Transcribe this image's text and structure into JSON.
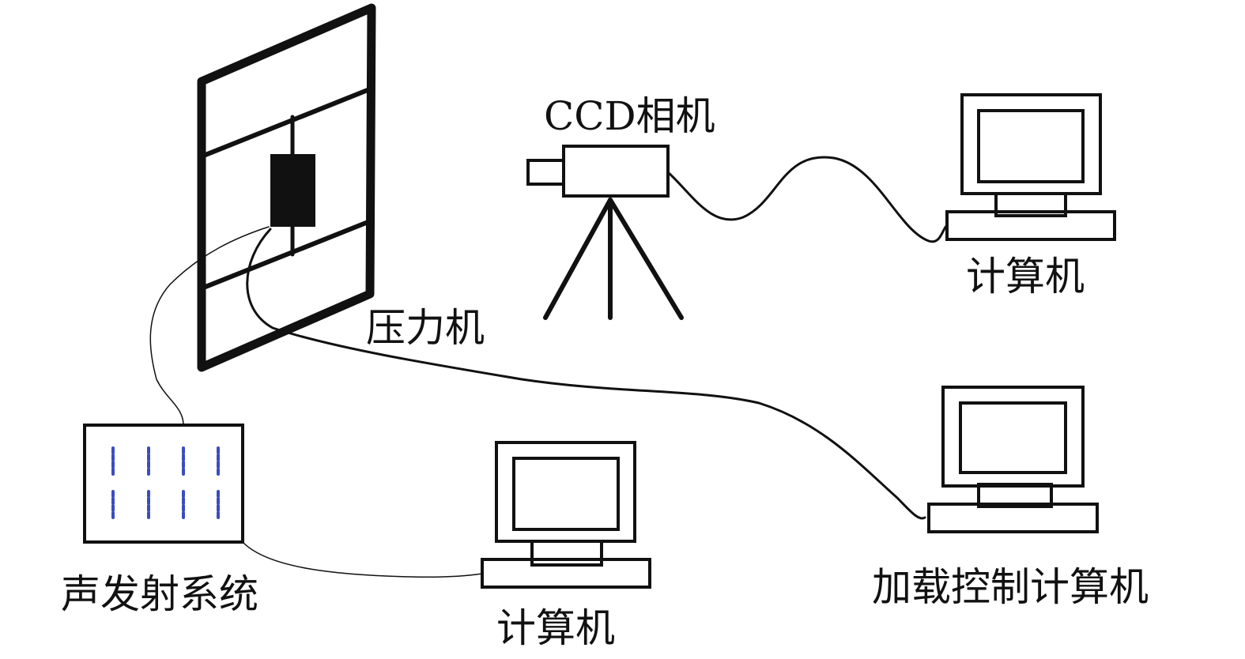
{
  "labels": {
    "ccd_camera": "CCD相机",
    "press_machine": "压力机",
    "computer_top": "计算机",
    "acoustic_emission": "声发射系统",
    "computer_bottom": "计算机",
    "load_control_computer": "加载控制计算机"
  },
  "colors": {
    "line": "#111111",
    "specimen": "#111111",
    "ae_channel": "#3b4cc0",
    "background": "#ffffff"
  },
  "icons": {
    "press": "press-machine-icon",
    "camera": "ccd-camera-icon",
    "tripod": "tripod-icon",
    "ae_unit": "acoustic-emission-unit-icon",
    "computer": "computer-icon"
  }
}
